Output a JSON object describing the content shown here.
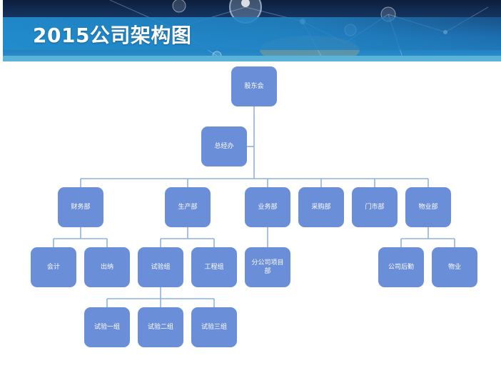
{
  "title": "2015公司架构图",
  "nodes": {
    "shareholders": "股东会",
    "general_office": "总经办",
    "finance": "财务部",
    "production": "生产部",
    "business": "业务部",
    "purchasing": "采购部",
    "storefront": "门市部",
    "property": "物业部",
    "accounting": "会计",
    "cashier": "出纳",
    "testing_group": "试验组",
    "engineering_group": "工程组",
    "branch_project": "分公司项目部",
    "company_logistics": "公司后勤",
    "property_mgmt": "物业",
    "test_group_1": "试验一组",
    "test_group_2": "试验二组",
    "test_group_3": "试验三组"
  }
}
